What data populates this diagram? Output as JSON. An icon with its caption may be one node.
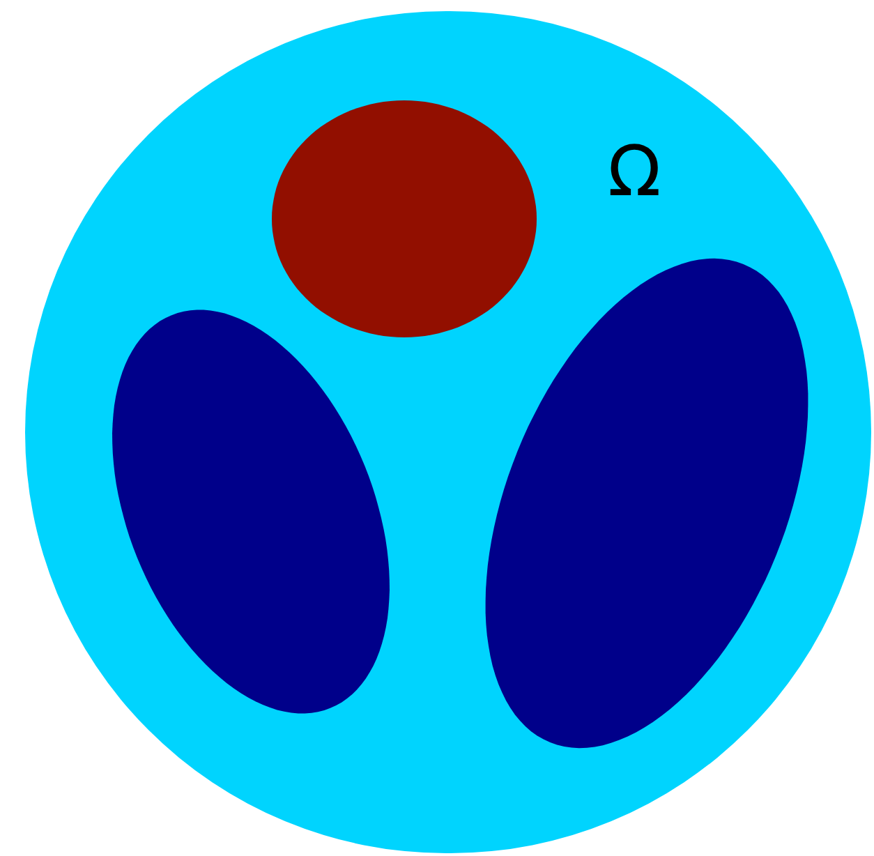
{
  "diagram": {
    "nodes": [
      {
        "text": [
          "Ω"
        ]
      },
      {
        "text": [],
        "shape": "ellipse",
        "in": 0
      },
      {
        "text": [],
        "shape": "ellipse",
        "in": 0
      },
      {
        "text": [],
        "shape": "ellipse",
        "in": 0
      }
    ]
  }
}
